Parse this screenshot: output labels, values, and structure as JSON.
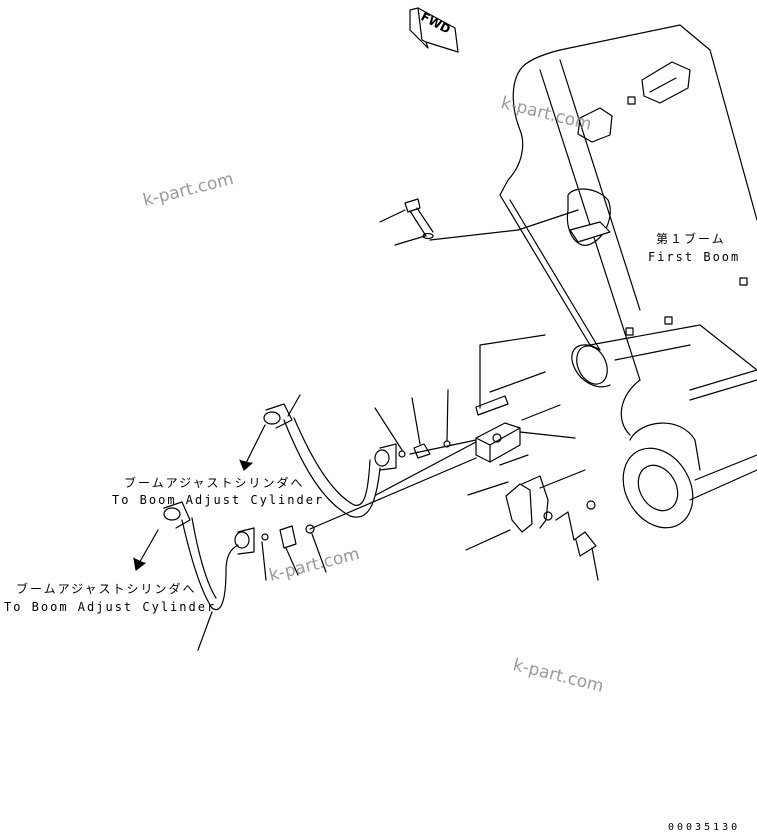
{
  "fwd_label": "FWD",
  "first_boom": {
    "jp": "第１ブーム",
    "en": "First Boom"
  },
  "cylinder_labels": [
    {
      "jp": "ブームアジャストシリンダへ",
      "en": "To Boom Adjust Cylinder"
    },
    {
      "jp": "ブームアジャストシリンダへ",
      "en": "To Boom Adjust Cylinder"
    }
  ],
  "watermarks": [
    "k-part.com",
    "k-part.com",
    "k-part.com",
    "k-part.com"
  ],
  "drawing_code": "00035130"
}
